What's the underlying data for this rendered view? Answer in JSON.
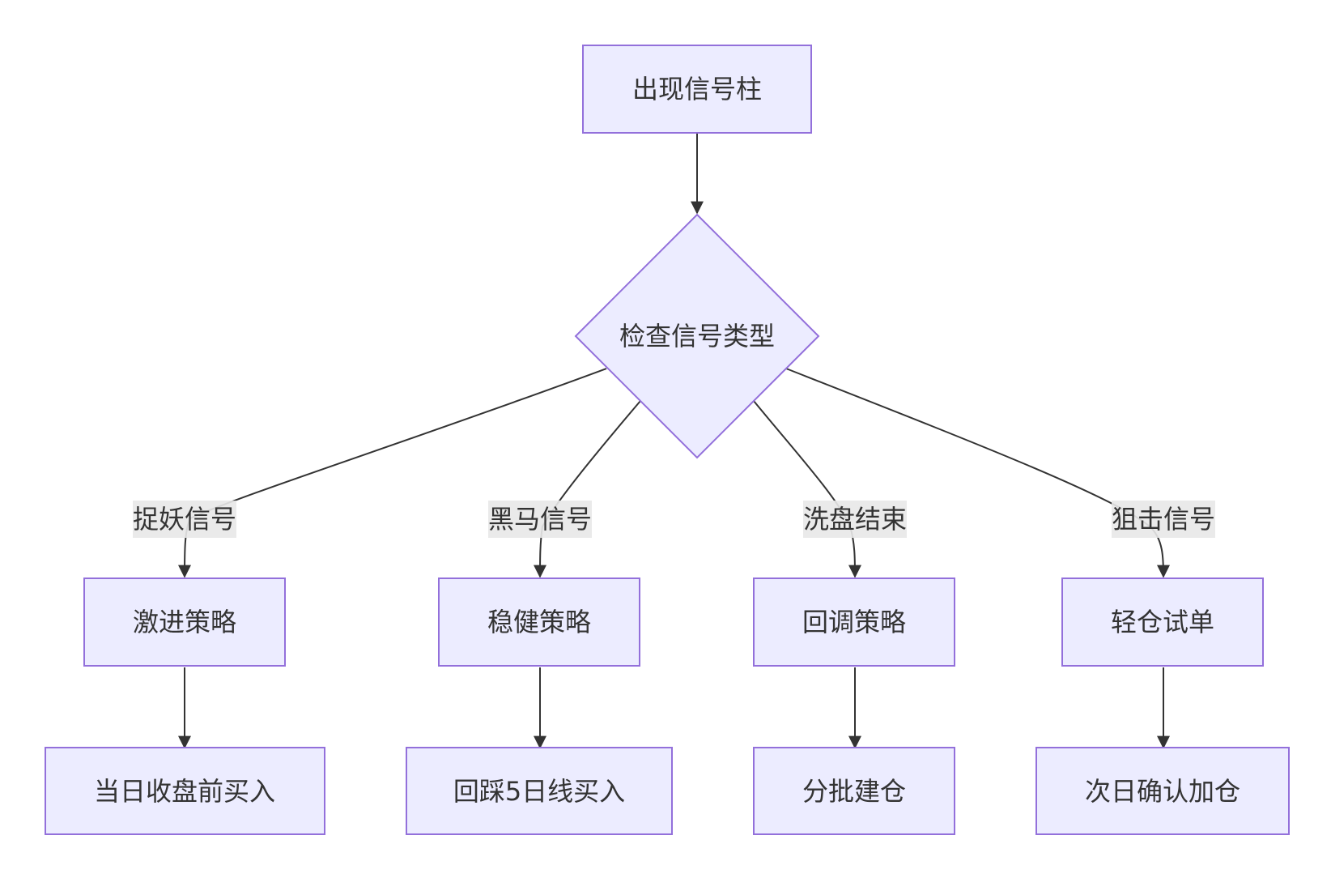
{
  "diagram": {
    "type": "flowchart",
    "nodes": {
      "start": {
        "label": "出现信号柱",
        "shape": "rect"
      },
      "check": {
        "label": "检查信号类型",
        "shape": "diamond"
      },
      "aggressive": {
        "label": "激进策略",
        "shape": "rect"
      },
      "steady": {
        "label": "稳健策略",
        "shape": "rect"
      },
      "pullback": {
        "label": "回调策略",
        "shape": "rect"
      },
      "light": {
        "label": "轻仓试单",
        "shape": "rect"
      },
      "buy_before_close": {
        "label": "当日收盘前买入",
        "shape": "rect"
      },
      "buy_on_ma5": {
        "label": "回踩5日线买入",
        "shape": "rect"
      },
      "batch_build": {
        "label": "分批建仓",
        "shape": "rect"
      },
      "next_day_add": {
        "label": "次日确认加仓",
        "shape": "rect"
      }
    },
    "edge_labels": {
      "catch_demon": "捉妖信号",
      "dark_horse": "黑马信号",
      "washout_end": "洗盘结束",
      "sniper": "狙击信号"
    },
    "edges": [
      {
        "from": "start",
        "to": "check"
      },
      {
        "from": "check",
        "to": "aggressive",
        "label": "捉妖信号"
      },
      {
        "from": "check",
        "to": "steady",
        "label": "黑马信号"
      },
      {
        "from": "check",
        "to": "pullback",
        "label": "洗盘结束"
      },
      {
        "from": "check",
        "to": "light",
        "label": "狙击信号"
      },
      {
        "from": "aggressive",
        "to": "buy_before_close"
      },
      {
        "from": "steady",
        "to": "buy_on_ma5"
      },
      {
        "from": "pullback",
        "to": "batch_build"
      },
      {
        "from": "light",
        "to": "next_day_add"
      }
    ],
    "colors": {
      "node_fill": "#ECECFF",
      "node_stroke": "#9370DB",
      "edge": "#333333",
      "text": "#333333",
      "label_bg": "#e8e8e8"
    }
  }
}
